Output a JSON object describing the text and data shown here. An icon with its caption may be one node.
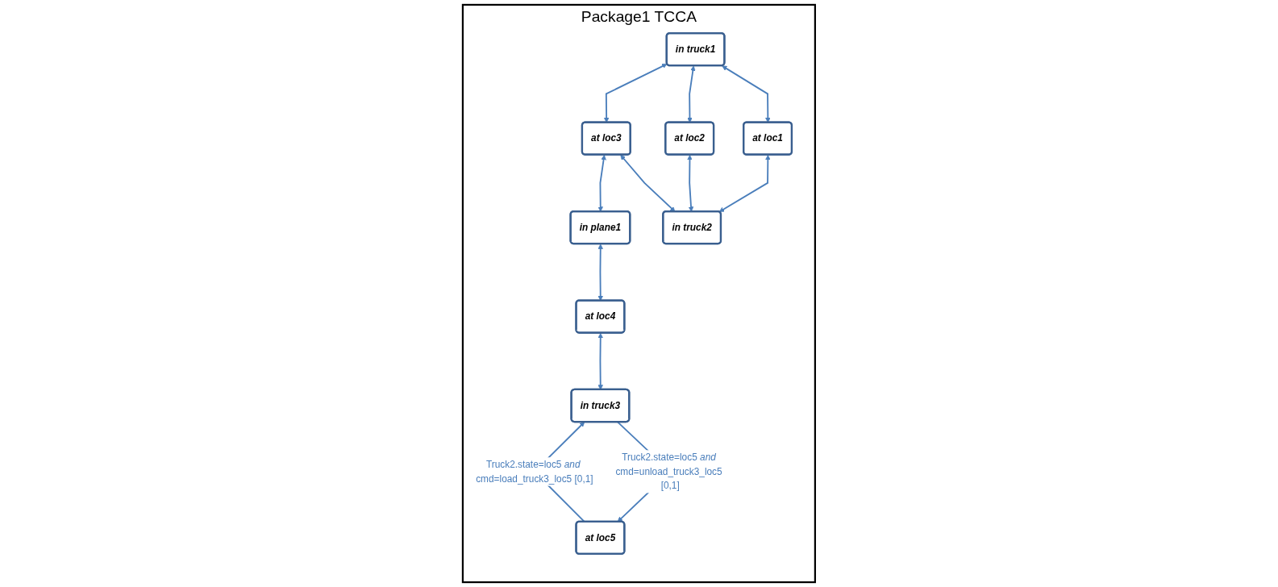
{
  "diagram": {
    "nodes": [
      {
        "text": [
          "Package1 TCCA"
        ]
      },
      {
        "text": [
          "in truck1"
        ],
        "in": 0
      },
      {
        "text": [
          "in plane1"
        ],
        "in": 0
      },
      {
        "text": [
          "in truck3"
        ],
        "in": 0
      },
      {
        "text": [
          "at loc1"
        ],
        "in": 0
      },
      {
        "text": [
          "at loc2"
        ],
        "in": 0
      },
      {
        "text": [
          "at loc3"
        ],
        "in": 0
      },
      {
        "text": [
          "at loc4"
        ],
        "in": 0
      },
      {
        "text": [
          "at loc5"
        ],
        "in": 0
      },
      {
        "text": [
          "in truck2"
        ],
        "in": 0
      }
    ],
    "edges": [
      {
        "from": 1,
        "to": 4,
        "arrow": "both"
      },
      {
        "from": 1,
        "to": 5,
        "arrow": "both"
      },
      {
        "from": 1,
        "to": 6,
        "arrow": "both"
      },
      {
        "from": 6,
        "to": 2,
        "arrow": "both"
      },
      {
        "from": 2,
        "to": 7,
        "arrow": "both"
      },
      {
        "from": 7,
        "to": 3,
        "arrow": "both"
      },
      {
        "from": 3,
        "to": 8,
        "arrow": "to",
        "label": "Truck2.state=loc5 *and* cmd=unload_truck3_loc5 [0,1]"
      },
      {
        "from": 8,
        "to": 3,
        "arrow": "to",
        "label": "Truck2.state=loc5 *and* cmd=load_truck3_loc5 [0,1]"
      },
      {
        "from": 4,
        "to": 9,
        "arrow": "both"
      },
      {
        "from": 5,
        "to": 9,
        "arrow": "both"
      },
      {
        "from": 6,
        "to": 9,
        "arrow": "both"
      }
    ]
  }
}
